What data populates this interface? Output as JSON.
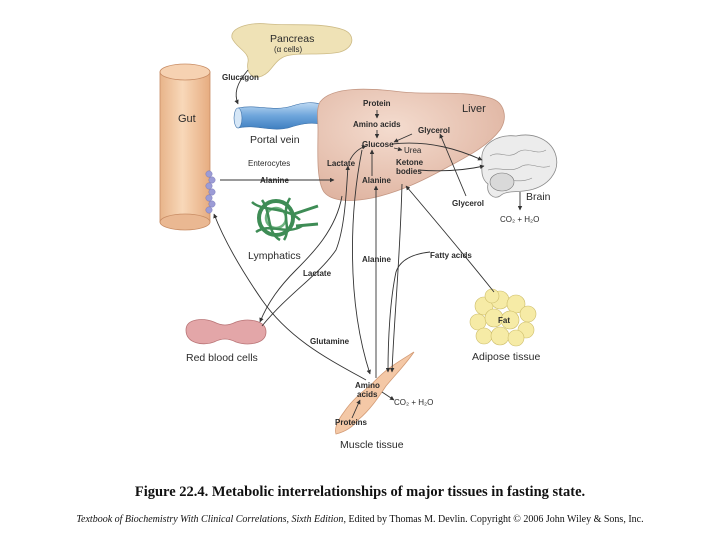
{
  "labels": {
    "pancreas": "Pancreas",
    "alpha_cells": "(α cells)",
    "glucagon": "Glucagon",
    "gut": "Gut",
    "portal_vein": "Portal vein",
    "enterocytes": "Enterocytes",
    "alanine_gut": "Alanine",
    "lymphatics": "Lymphatics",
    "liver": "Liver",
    "protein_liver": "Protein",
    "amino_acids_liver": "Amino acids",
    "glycerol_liver": "Glycerol",
    "glucose": "Glucose",
    "urea": "Urea",
    "lactate_liver": "Lactate",
    "ketone_bodies_1": "Ketone",
    "ketone_bodies_2": "bodies",
    "alanine_liver": "Alanine",
    "brain": "Brain",
    "glycerol_adipose": "Glycerol",
    "co2_h2o_brain": "CO₂ + H₂O",
    "lactate_rbc": "Lactate",
    "alanine_muscle": "Alanine",
    "fatty_acids": "Fatty acids",
    "fat": "Fat",
    "adipose_tissue": "Adipose tissue",
    "red_blood_cells": "Red blood cells",
    "glutamine": "Glutamine",
    "amino_acids_muscle_1": "Amino",
    "amino_acids_muscle_2": "acids",
    "co2_h2o_muscle": "CO₂ + H₂O",
    "proteins_muscle": "Proteins",
    "muscle_tissue": "Muscle tissue"
  },
  "caption": "Figure 22.4.  Metabolic interrelationships of major tissues in fasting state.",
  "credit": {
    "book": "Textbook of Biochemistry With Clinical Correlations, Sixth Edition",
    "rest": ", Edited by Thomas M. Devlin. Copyright © 2006 John Wiley & Sons, Inc."
  },
  "colors": {
    "pancreas": "#efe2b6",
    "gut": "#f3c9a4",
    "liver": "#e9c8b8",
    "portal_vein": "#7fb0e0",
    "lymphatics": "#4f9a62",
    "rbc": "#e3a6a8",
    "adipose": "#f6eba6",
    "muscle": "#f4c8a6",
    "brain": "#e8e8e8"
  }
}
